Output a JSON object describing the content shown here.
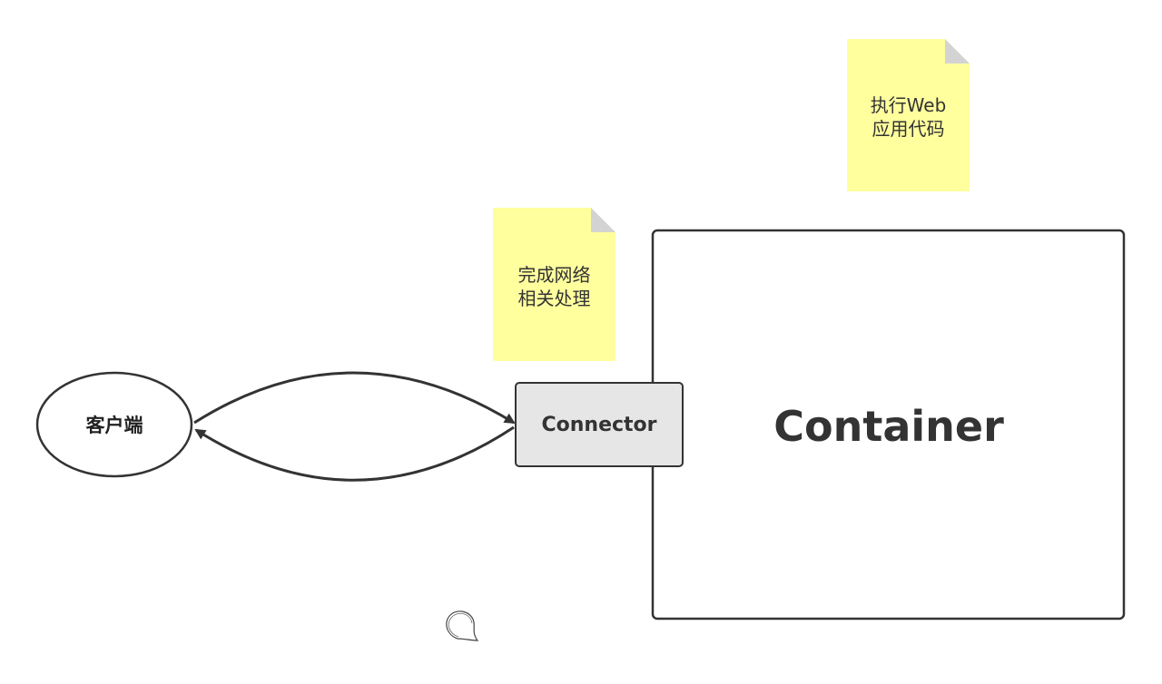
{
  "diagram": {
    "client": {
      "label": "客户端"
    },
    "connector": {
      "label": "Connector"
    },
    "container": {
      "label": "Container"
    },
    "notes": [
      {
        "lines": [
          "执行Web",
          "应用代码"
        ]
      },
      {
        "lines": [
          "完成网络",
          "相关处理"
        ]
      }
    ],
    "edges": [
      {
        "from": "client",
        "to": "connector"
      },
      {
        "from": "connector",
        "to": "client"
      }
    ]
  },
  "colors": {
    "note_fill": "#ffff9e",
    "note_fold": "#d3d3d3",
    "connector_fill": "#e6e6e6",
    "stroke": "#333333"
  }
}
